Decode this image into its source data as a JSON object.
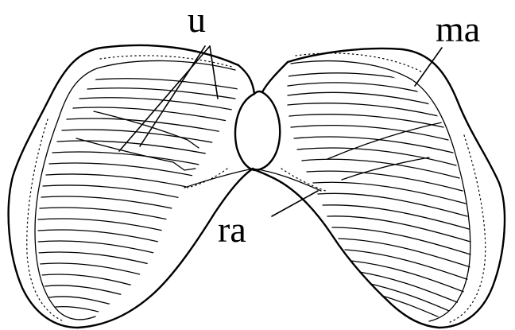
{
  "labels": {
    "u": "u",
    "ma": "ma",
    "ra": "ra"
  }
}
